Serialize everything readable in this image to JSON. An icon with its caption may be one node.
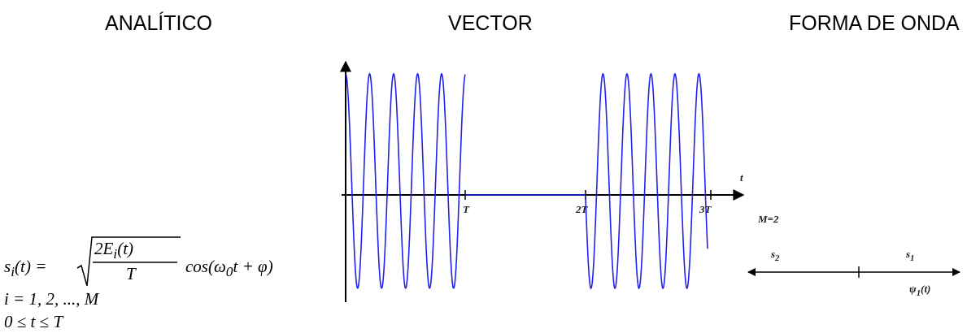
{
  "diagram": {
    "labels": [
      "ANALÍTICO",
      "VECTOR",
      "FORMA DE ONDA",
      "t",
      "T",
      "2T",
      "3T",
      "M=2",
      "s$_{2}$",
      "s$_{1}$",
      "ψ$_{1}$(t)",
      "s$_{i}$(t) =",
      "2E$_{i}$(t)",
      "T",
      "cos(ω$_{0}$t + φ)",
      "i = 1, 2, ..., M",
      "0 ≤ t ≤ T"
    ]
  }
}
